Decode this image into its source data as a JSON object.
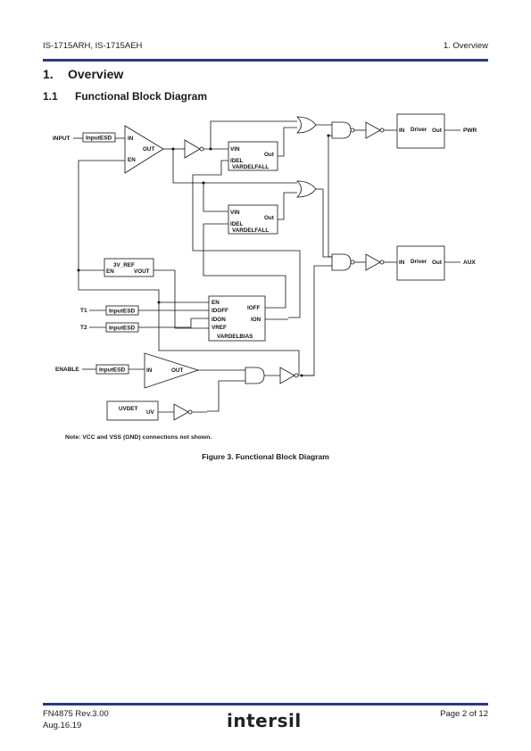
{
  "header": {
    "left": "IS-1715ARH, IS-1715AEH",
    "right": "1. Overview"
  },
  "section": {
    "number": "1.",
    "title": "Overview"
  },
  "subsection": {
    "number": "1.1",
    "title": "Functional Block Diagram"
  },
  "diagram": {
    "signals": {
      "input": "INPUT",
      "t1": "T1",
      "t2": "T2",
      "enable": "ENABLE",
      "pwr": "PWR",
      "aux": "AUX"
    },
    "inputesd": "InputESD",
    "comparator_main": {
      "in": "IN",
      "out": "OUT",
      "en": "EN"
    },
    "vardelfall": {
      "vin": "VIN",
      "idel": "IDEL",
      "out": "Out",
      "name": "VARDELFALL"
    },
    "ref": {
      "name": "3V_REF",
      "en": "EN",
      "vout": "VOUT"
    },
    "bias": {
      "en": "EN",
      "idoff": "IDOFF",
      "idon": "IDON",
      "vref": "VREF",
      "ioff": "IOFF",
      "ion": "ION",
      "name": "VARDELBIAS"
    },
    "enable_comp": {
      "in": "IN",
      "out": "OUT"
    },
    "uvdet": {
      "name": "UVDET",
      "uv": "UV"
    },
    "driver": {
      "in": "IN",
      "name": "Driver",
      "out": "Out"
    }
  },
  "note": "Note: VCC and VSS (GND) connections not shown.",
  "caption": "Figure 3. Functional Block Diagram",
  "footer": {
    "doc": "FN4875 Rev.3.00",
    "date": "Aug.16.19",
    "page": "Page 2 of 12",
    "logo": "intersil"
  }
}
